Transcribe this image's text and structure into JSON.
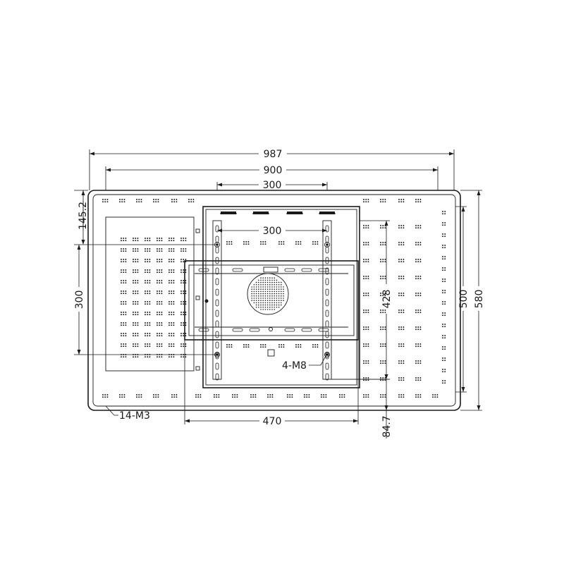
{
  "drawing": {
    "dimensions": {
      "overall_width": "987",
      "hole_span_width": "900",
      "top_span_width": "300",
      "vesa_horizontal": "300",
      "bracket_width": "470",
      "vesa_vertical_left": "300",
      "top_offset": "145.2",
      "bracket_height": "428",
      "inner_height": "500",
      "overall_height": "580",
      "bottom_offset": "84.7"
    },
    "callouts": {
      "mount_holes": "4-M8",
      "side_holes": "14-M3"
    }
  }
}
